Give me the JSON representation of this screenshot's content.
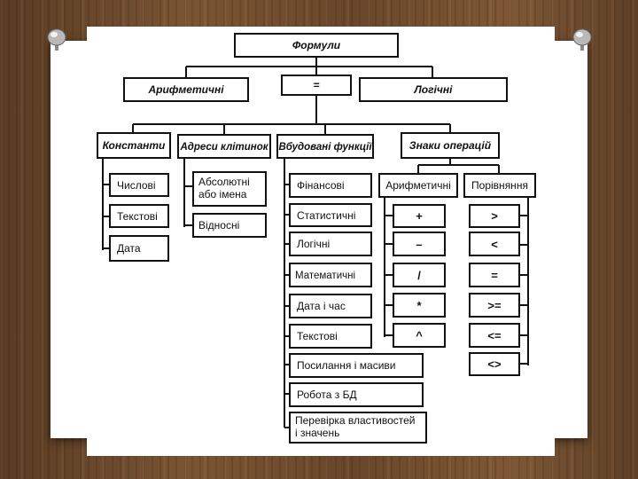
{
  "root": "Формули",
  "top_level": {
    "left": "Арифметичні",
    "middle": "=",
    "right": "Логічні"
  },
  "categories": {
    "constants": "Константи",
    "cell_addresses": "Адреси клітинок",
    "functions": "Вбудовані функції",
    "operators": "Знаки операцій"
  },
  "constants_items": [
    "Числові",
    "Текстові",
    "Дата"
  ],
  "address_items": [
    "Абсолютні або імена",
    "Відносні"
  ],
  "function_items": [
    "Фінансові",
    "Статистичні",
    "Логічні",
    "Математичні",
    "Дата і час",
    "Текстові",
    "Посилання і масиви",
    "Робота з БД",
    "Перевірка властивостей і значень"
  ],
  "operator_groups": {
    "arithmetic": "Арифметичні",
    "comparison": "Порівняння"
  },
  "arithmetic_ops": [
    "+",
    "–",
    "/",
    "*",
    "^"
  ],
  "comparison_ops": [
    ">",
    "<",
    "=",
    ">=",
    "<=",
    "<>"
  ]
}
